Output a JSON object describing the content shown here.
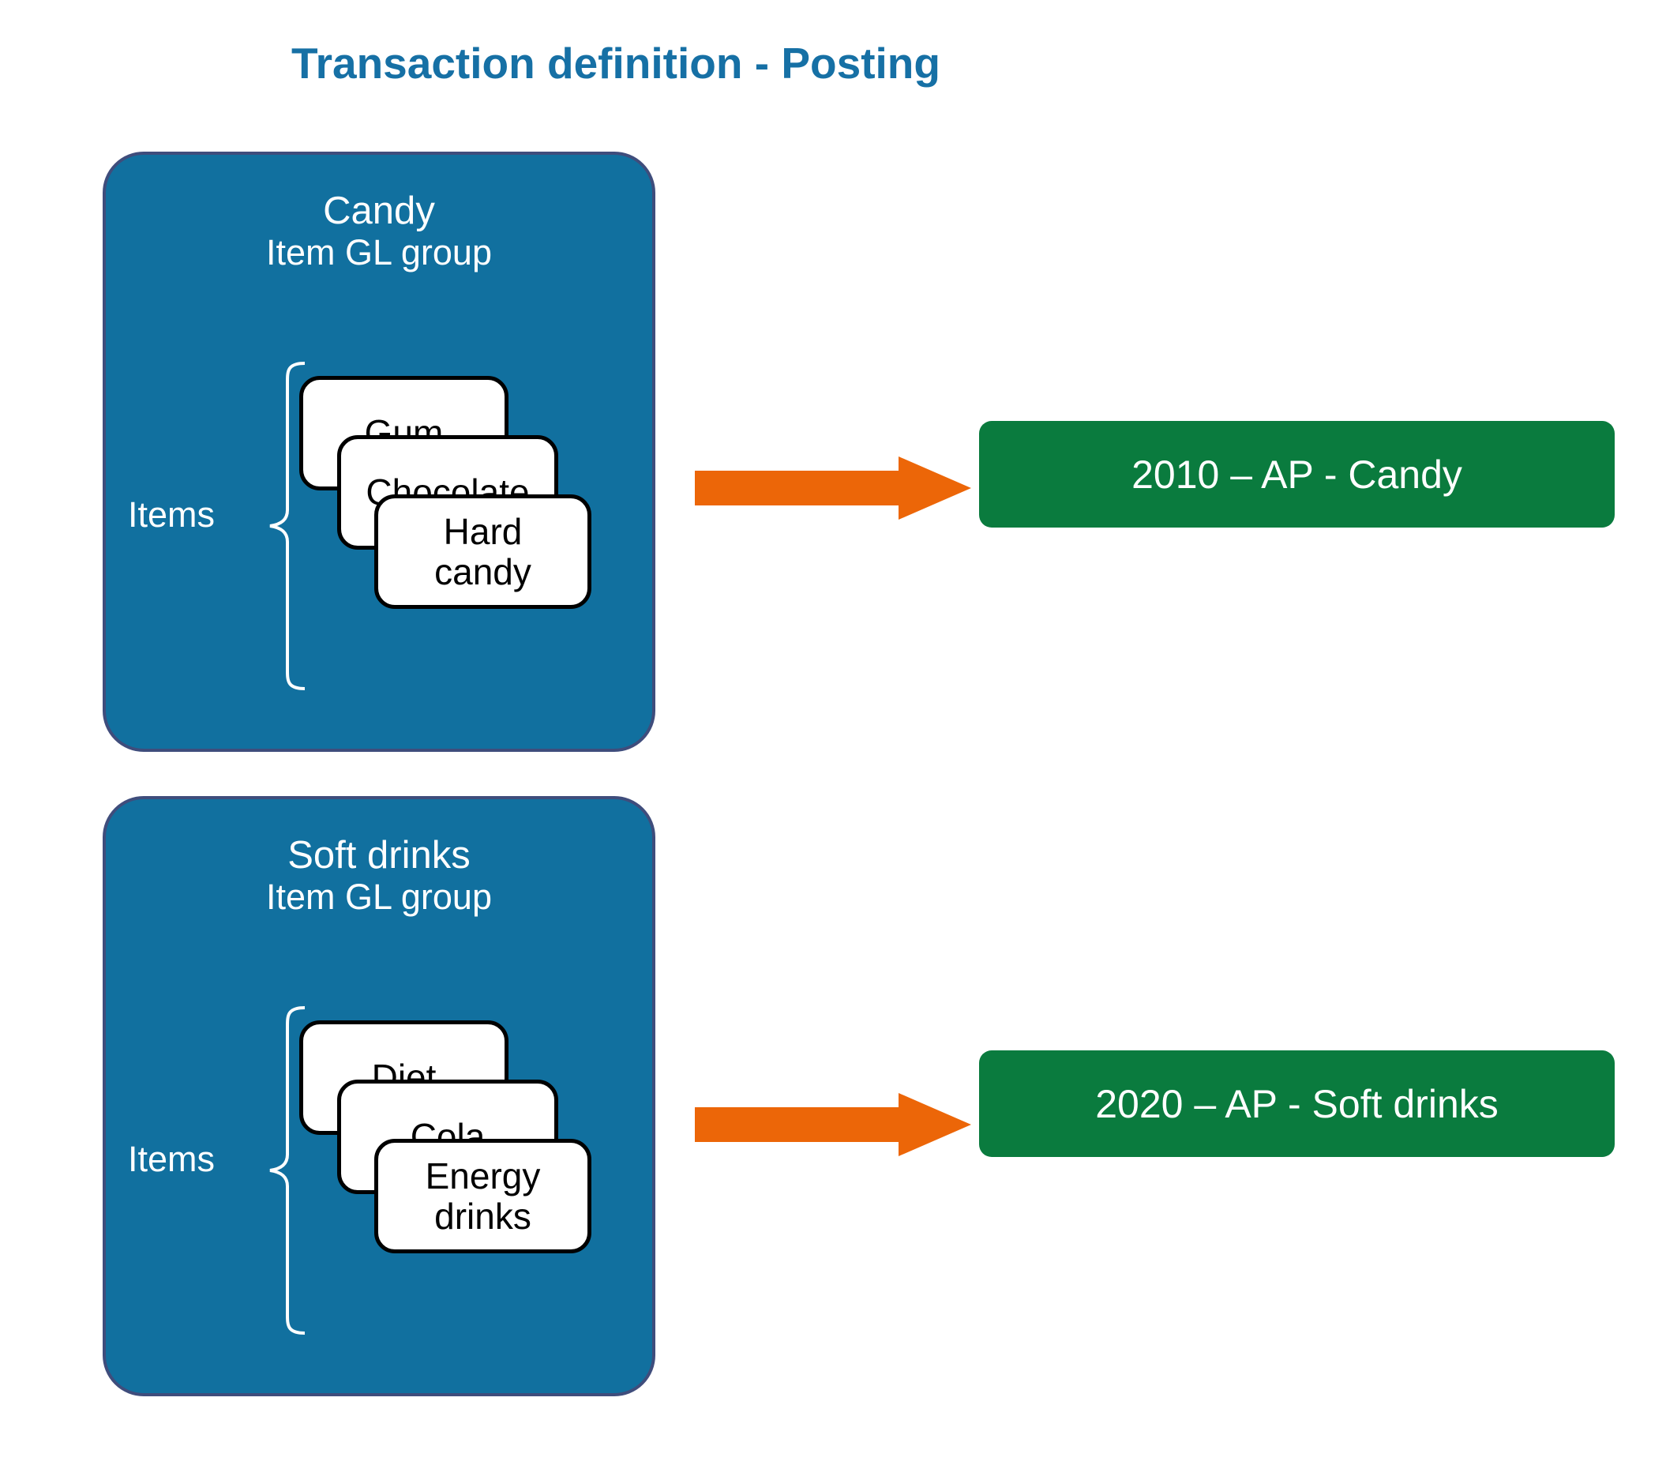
{
  "title": "Transaction definition - Posting",
  "theme": {
    "title_color": "#1670A5",
    "group_fill": "#11709F",
    "group_border": "#3F4D7C",
    "item_fill": "#FFFFFF",
    "item_border": "#000000",
    "arrow_color": "#EC6608",
    "account_fill": "#0A7B3E",
    "text_on_dark": "#FFFFFF"
  },
  "groups": [
    {
      "name": "Candy",
      "subtitle": "Item GL group",
      "items_label": "Items",
      "items": [
        {
          "line1": "Gum",
          "line2": ""
        },
        {
          "line1": "Chocolate",
          "line2": ""
        },
        {
          "line1": "Hard",
          "line2": "candy"
        }
      ],
      "arrow_name": "arrow-candy-to-account",
      "account": "2010 – AP - Candy"
    },
    {
      "name": "Soft drinks",
      "subtitle": "Item GL group",
      "items_label": "Items",
      "items": [
        {
          "line1": "Diet",
          "line2": ""
        },
        {
          "line1": "Cola",
          "line2": ""
        },
        {
          "line1": "Energy",
          "line2": "drinks"
        }
      ],
      "arrow_name": "arrow-softdrinks-to-account",
      "account": "2020 – AP - Soft drinks"
    }
  ]
}
